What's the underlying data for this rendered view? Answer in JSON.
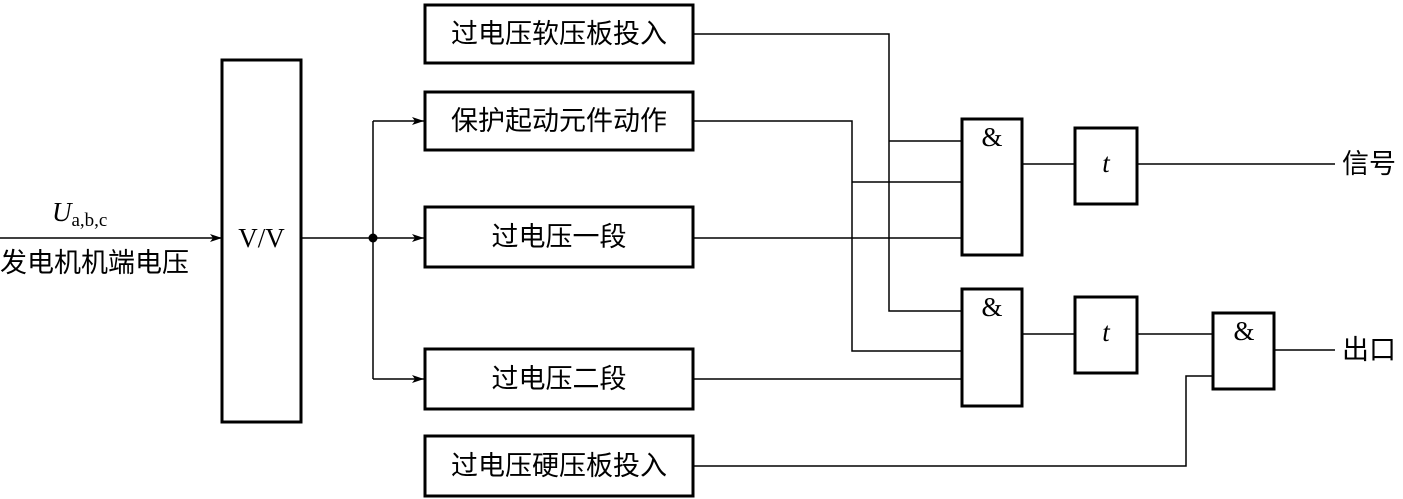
{
  "input": {
    "symbol": "U",
    "subscript": "a,b,c",
    "label": "发电机机端电压"
  },
  "converter": {
    "label": "V/V"
  },
  "blocks": {
    "soft_plate": "过电压软压板投入",
    "protection_start": "保护起动元件动作",
    "stage1": "过电压一段",
    "stage2": "过电压二段",
    "hard_plate": "过电压硬压板投入"
  },
  "gates": {
    "and1": "&",
    "and2": "&",
    "and3": "&"
  },
  "timers": {
    "t1": "t",
    "t2": "t"
  },
  "outputs": {
    "signal": "信号",
    "exit": "出口"
  }
}
